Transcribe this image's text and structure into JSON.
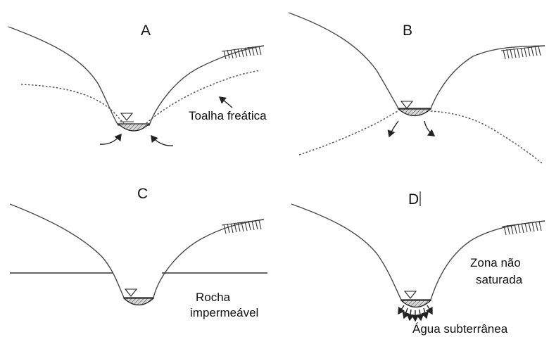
{
  "panels": {
    "a": {
      "letter": "A",
      "water_table_label": "Toalha freática"
    },
    "b": {
      "letter": "B"
    },
    "c": {
      "letter": "C",
      "rock_label_line1": "Rocha",
      "rock_label_line2": "impermeável"
    },
    "d": {
      "letter": "D",
      "zone_label_line1": "Zona não",
      "zone_label_line2": "saturada",
      "groundwater_label": "Água subterrânea"
    }
  },
  "colors": {
    "line": "#4a4a4a",
    "text": "#111111",
    "background": "#ffffff"
  }
}
